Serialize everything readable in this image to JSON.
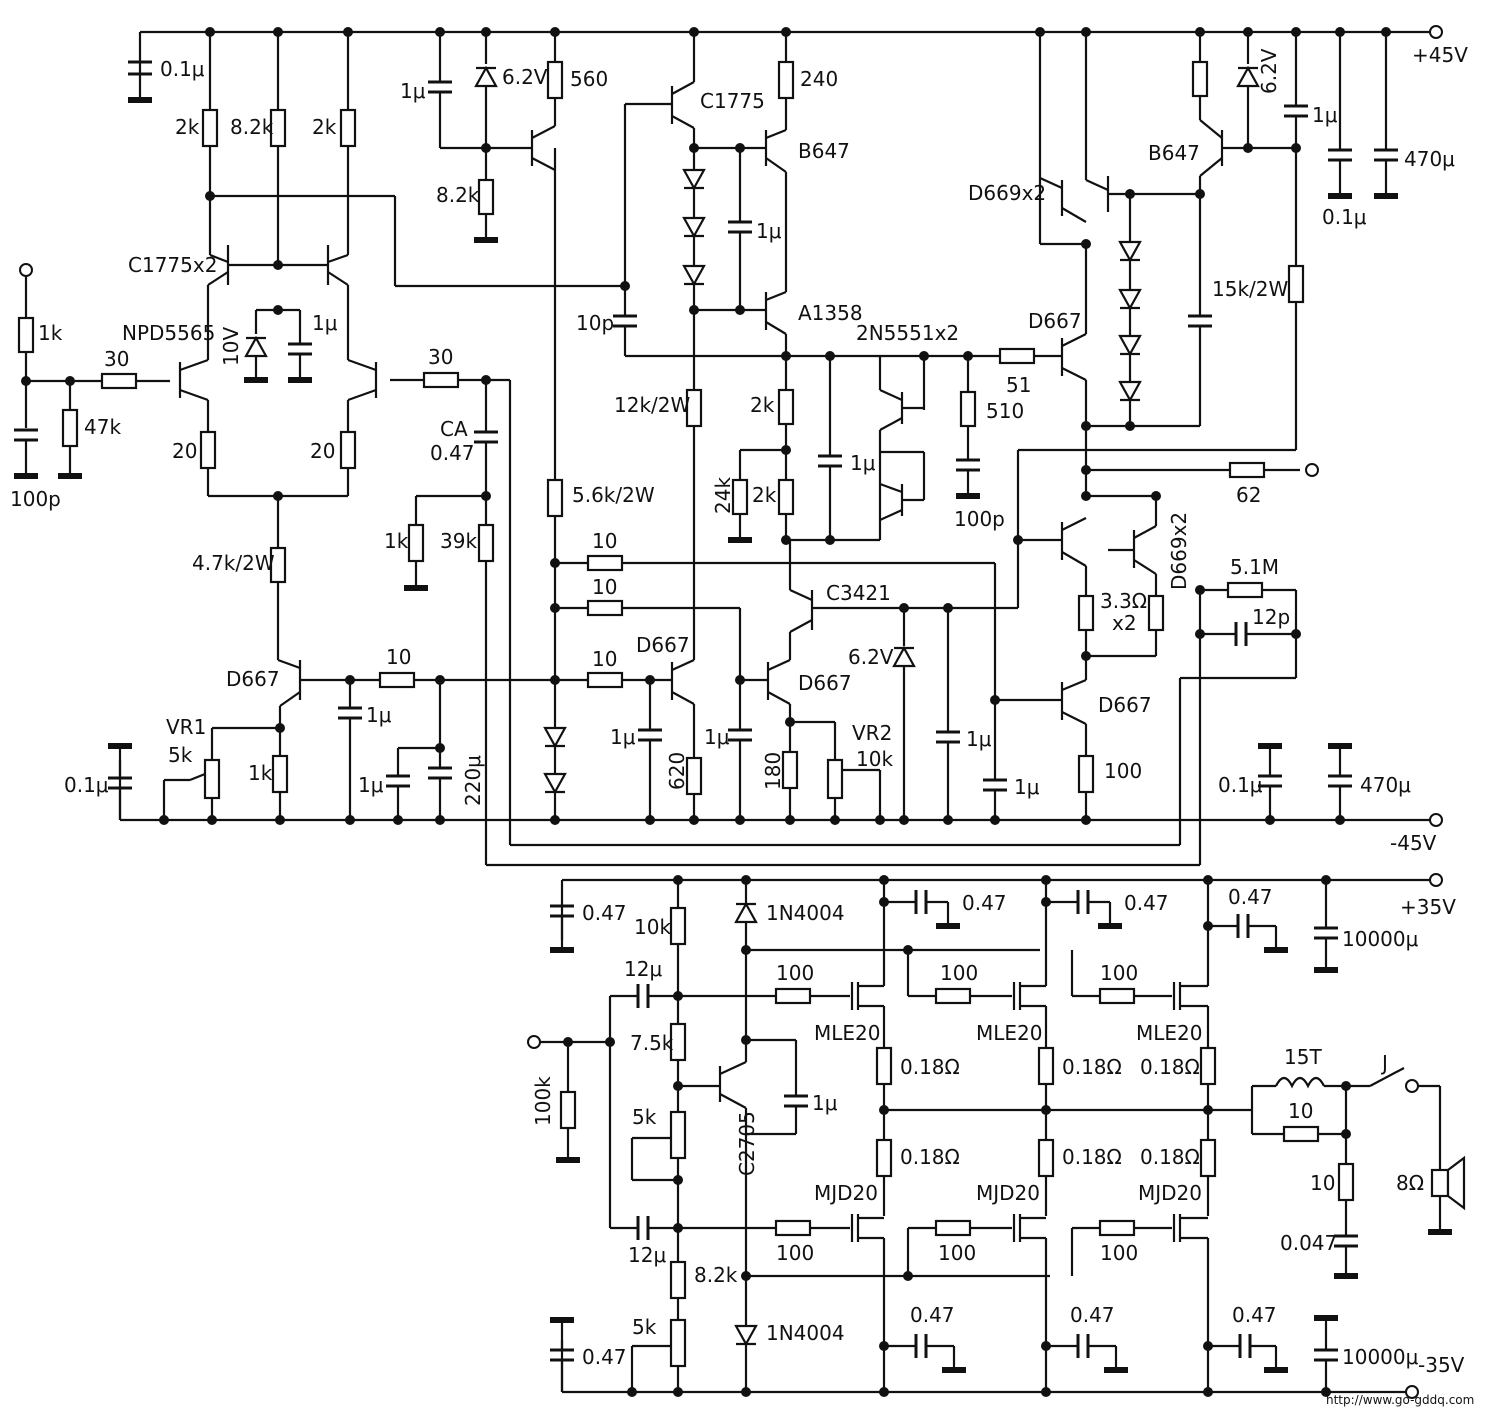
{
  "rails": {
    "pos45": "+45V",
    "neg45": "-45V",
    "pos35": "+35V",
    "neg35": "-35V"
  },
  "components": {
    "c_top_01": "0.1μ",
    "r_2k_a": "2k",
    "r_8k2_a": "8.2k",
    "r_2k_b": "2k",
    "c_1u_a": "1μ",
    "z_6v2_a": "6.2V",
    "r_560": "560",
    "r_8k2_b": "8.2k",
    "q_c1775": "C1775",
    "r_240": "240",
    "q_b647_a": "B647",
    "c_1u_b": "1μ",
    "q_a1358": "A1358",
    "c_10p": "10p",
    "q_2n5551": "2N5551x2",
    "c_1u_c": "1μ",
    "r_12k2w": "12k/2W",
    "r_2k_c": "2k",
    "r_24k": "24k",
    "r_2k_d": "2k",
    "r_510": "510",
    "c_100p_a": "100p",
    "r_51": "51",
    "q_d667_a": "D667",
    "q_d669x2_a": "D669x2",
    "q_b647_b": "B647",
    "z_6v2_b": "6.2V",
    "c_1u_d": "1μ",
    "c_470u_a": "470μ",
    "c_01u_b": "0.1μ",
    "r_15k2w": "15k/2W",
    "q_c1775x2": "C1775x2",
    "z_10v": "10V",
    "c_1u_e": "1μ",
    "q_npd5565": "NPD5565",
    "r_1k_in": "1k",
    "r_30_a": "30",
    "r_47k": "47k",
    "c_100p_b": "100p",
    "r_20_a": "20",
    "r_20_b": "20",
    "r_30_b": "30",
    "c_ca": "CA",
    "c_047_a": "0.47",
    "r_1k_b": "1k",
    "r_39k": "39k",
    "r_56k2w": "5.6k/2W",
    "r_47k2w": "4.7k/2W",
    "r_10_a": "10",
    "r_10_b": "10",
    "r_10_c": "10",
    "r_10_d": "10",
    "q_d667_b": "D667",
    "q_c3421": "C3421",
    "z_6v2_c": "6.2V",
    "q_d667_c": "D667",
    "q_d667_d": "D667",
    "q_d667_e": "D667",
    "q_d669x2_b": "D669x2",
    "r_62": "62",
    "r_33x2": "3.3Ω",
    "r_33x2_n": "x2",
    "r_5m1": "5.1M",
    "c_12p": "12p",
    "r_100_e": "100",
    "c_1u_f": "1μ",
    "c_1u_g": "1μ",
    "c_1u_h": "1μ",
    "c_1u_i": "1μ",
    "c_1u_j": "1μ",
    "c_1u_k": "1μ",
    "c_220u": "220μ",
    "vr1": "VR1",
    "vr1_val": "5k",
    "r_1k_c": "1k",
    "c_01u_c": "0.1μ",
    "r_620": "620",
    "r_180": "180",
    "vr2": "VR2",
    "vr2_val": "10k",
    "c_01u_d": "0.1μ",
    "c_470u_b": "470μ",
    "c_047_b": "0.47",
    "r_10k": "10k",
    "d_1n4004_a": "1N4004",
    "c_12u_a": "12μ",
    "r_75k": "7.5k",
    "r_100k": "100k",
    "r_5k_a": "5k",
    "q_c2705": "C2705",
    "c_1u_l": "1μ",
    "c_12u_b": "12μ",
    "r_82k_c": "8.2k",
    "r_5k_b": "5k",
    "d_1n4004_b": "1N4004",
    "c_047_c": "0.47",
    "c_047_d": "0.47",
    "c_047_e": "0.47",
    "c_047_f": "0.47",
    "c_047_g": "0.47",
    "c_047_h": "0.47",
    "c_047_i": "0.47",
    "r_100_g1": "100",
    "r_100_g2": "100",
    "r_100_g3": "100",
    "r_100_g4": "100",
    "r_100_g5": "100",
    "r_100_g6": "100",
    "q_mle20_a": "MLE20",
    "q_mle20_b": "MLE20",
    "q_mle20_c": "MLE20",
    "q_mjd20_a": "MJD20",
    "q_mjd20_b": "MJD20",
    "q_mjd20_c": "MJD20",
    "r_018_a": "0.18Ω",
    "r_018_b": "0.18Ω",
    "r_018_c": "0.18Ω",
    "r_018_d": "0.18Ω",
    "r_018_e": "0.18Ω",
    "r_018_f": "0.18Ω",
    "c_10000u_a": "10000μ",
    "c_10000u_b": "10000μ",
    "l_15t": "15T",
    "r_10_out": "10",
    "r_10_zob": "10",
    "c_0047": "0.047",
    "sw_j": "J",
    "spk_8": "8Ω"
  },
  "footer": {
    "url": "http://www.go-gddq.com"
  }
}
